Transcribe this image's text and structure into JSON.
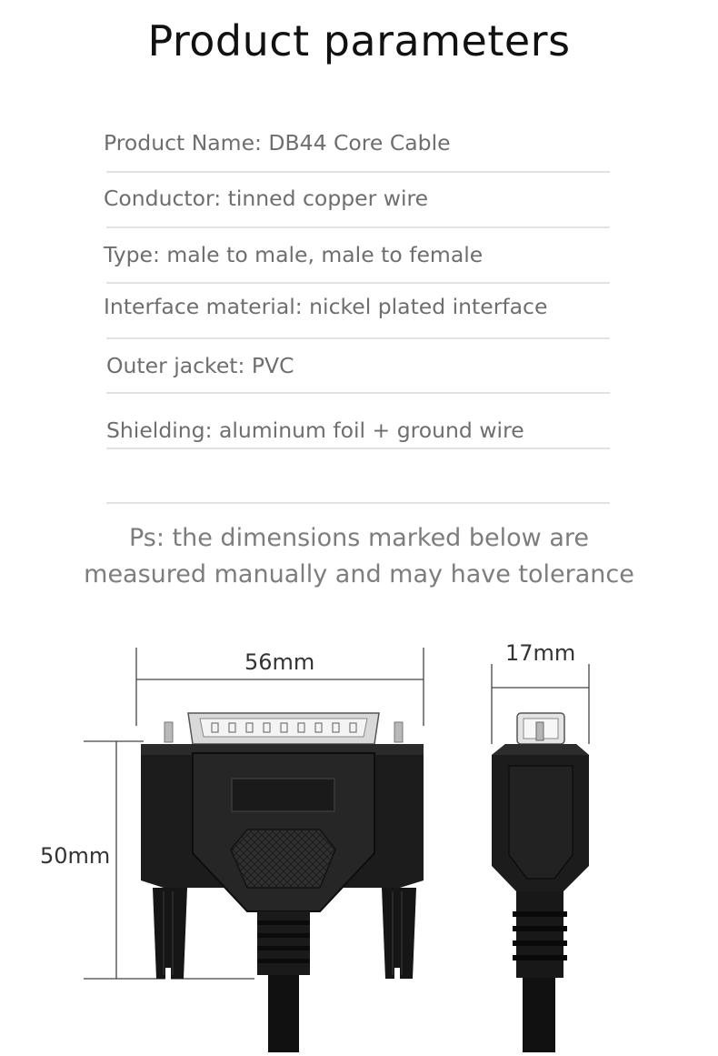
{
  "title": "Product parameters",
  "parameters": [
    "Product Name: DB44 Core Cable",
    "Conductor: tinned copper wire",
    "Type: male to male, male to female",
    "Interface material: nickel plated interface",
    "Outer jacket:  PVC",
    "Shielding: aluminum foil + ground wire"
  ],
  "note": {
    "line1": "Ps: the dimensions marked below are",
    "line2": "measured manually and may have tolerance"
  },
  "dimensions": {
    "front_width": "56mm",
    "side_width": "17mm",
    "height": "50mm"
  },
  "colors": {
    "title": "#111111",
    "param_text": "#6e6e6e",
    "divider": "#e2e2e2",
    "connector_body": "#1c1c1c",
    "metal": "#c8c8c8"
  }
}
